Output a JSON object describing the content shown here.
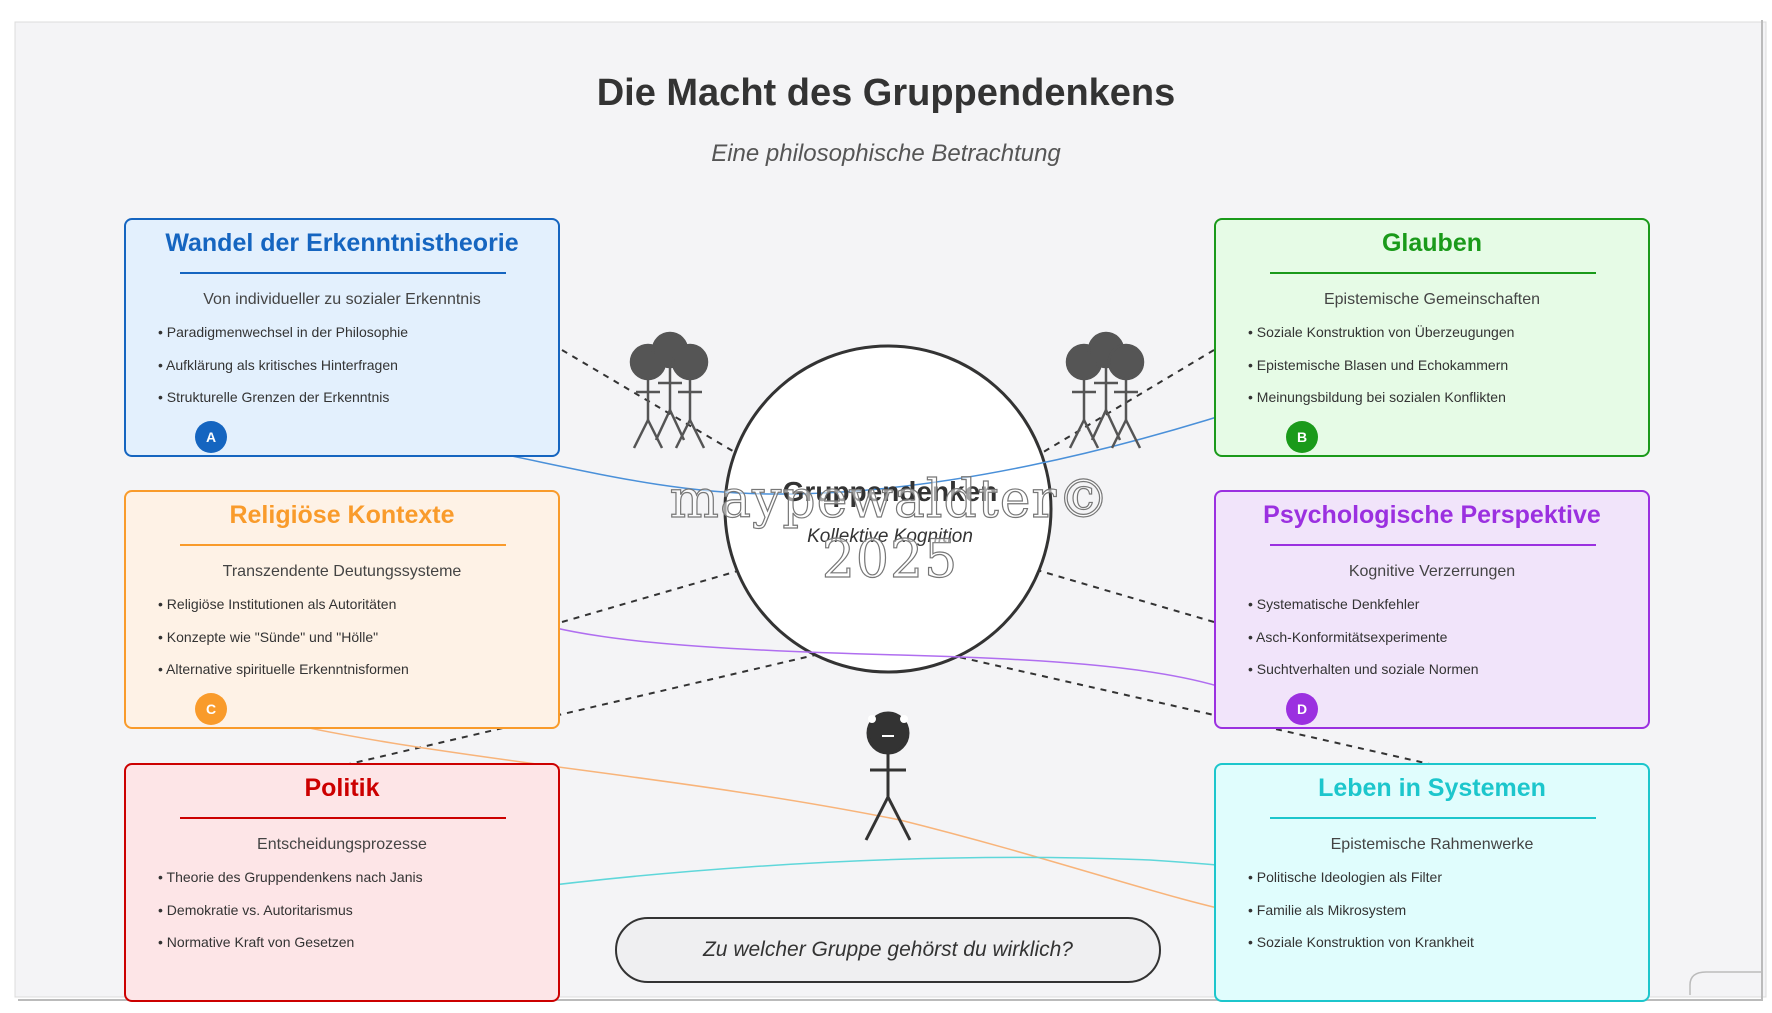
{
  "title": "Die Macht des Gruppendenkens",
  "subtitle": "Eine philosophische Betrachtung",
  "center": {
    "label": "Gruppendenken",
    "sublabel": "Kollektive Kognition"
  },
  "question": "Zu welcher Gruppe gehörst du wirklich?",
  "watermark": "maypewaldter© 2025",
  "panels": {
    "epistemology": {
      "title": "Wandel der Erkenntnistheorie",
      "subtitle": "Von individueller zu sozialer Erkenntnis",
      "items": [
        "Paradigmenwechsel in der Philosophie",
        "Aufklärung als kritisches Hinterfragen",
        "Strukturelle Grenzen der Erkenntnis"
      ],
      "badge": "A",
      "color": "#1565c0",
      "bg": "#e3f0fd"
    },
    "belief": {
      "title": "Glauben",
      "subtitle": "Epistemische Gemeinschaften",
      "items": [
        "Soziale Konstruktion von Überzeugungen",
        "Epistemische Blasen und Echokammern",
        "Meinungsbildung bei sozialen Konflikten"
      ],
      "badge": "B",
      "color": "#1a9a1a",
      "bg": "#e6fbe6"
    },
    "religion": {
      "title": "Religiöse Kontexte",
      "subtitle": "Transzendente Deutungssysteme",
      "items": [
        "Religiöse Institutionen als Autoritäten",
        "Konzepte wie \"Sünde\" und \"Hölle\"",
        "Alternative spirituelle Erkenntnisformen"
      ],
      "badge": "C",
      "color": "#f99b2b",
      "bg": "#fef2e6"
    },
    "psychology": {
      "title": "Psychologische Perspektive",
      "subtitle": "Kognitive Verzerrungen",
      "items": [
        "Systematische Denkfehler",
        "Asch-Konformitätsexperimente",
        "Suchtverhalten und soziale Normen"
      ],
      "badge": "D",
      "color": "#9b30e0",
      "bg": "#f1e4fa"
    },
    "politics": {
      "title": "Politik",
      "subtitle": "Entscheidungsprozesse",
      "items": [
        "Theorie des Gruppendenkens nach Janis",
        "Demokratie vs. Autoritarismus",
        "Normative Kraft von Gesetzen"
      ],
      "color": "#cc0000",
      "bg": "#fde5e7"
    },
    "systems": {
      "title": "Leben in Systemen",
      "subtitle": "Epistemische Rahmenwerke",
      "items": [
        "Politische Ideologien als Filter",
        "Familie als Mikrosystem",
        "Soziale Konstruktion von Krankheit"
      ],
      "color": "#1cc6cc",
      "bg": "#e0fdfd"
    }
  }
}
